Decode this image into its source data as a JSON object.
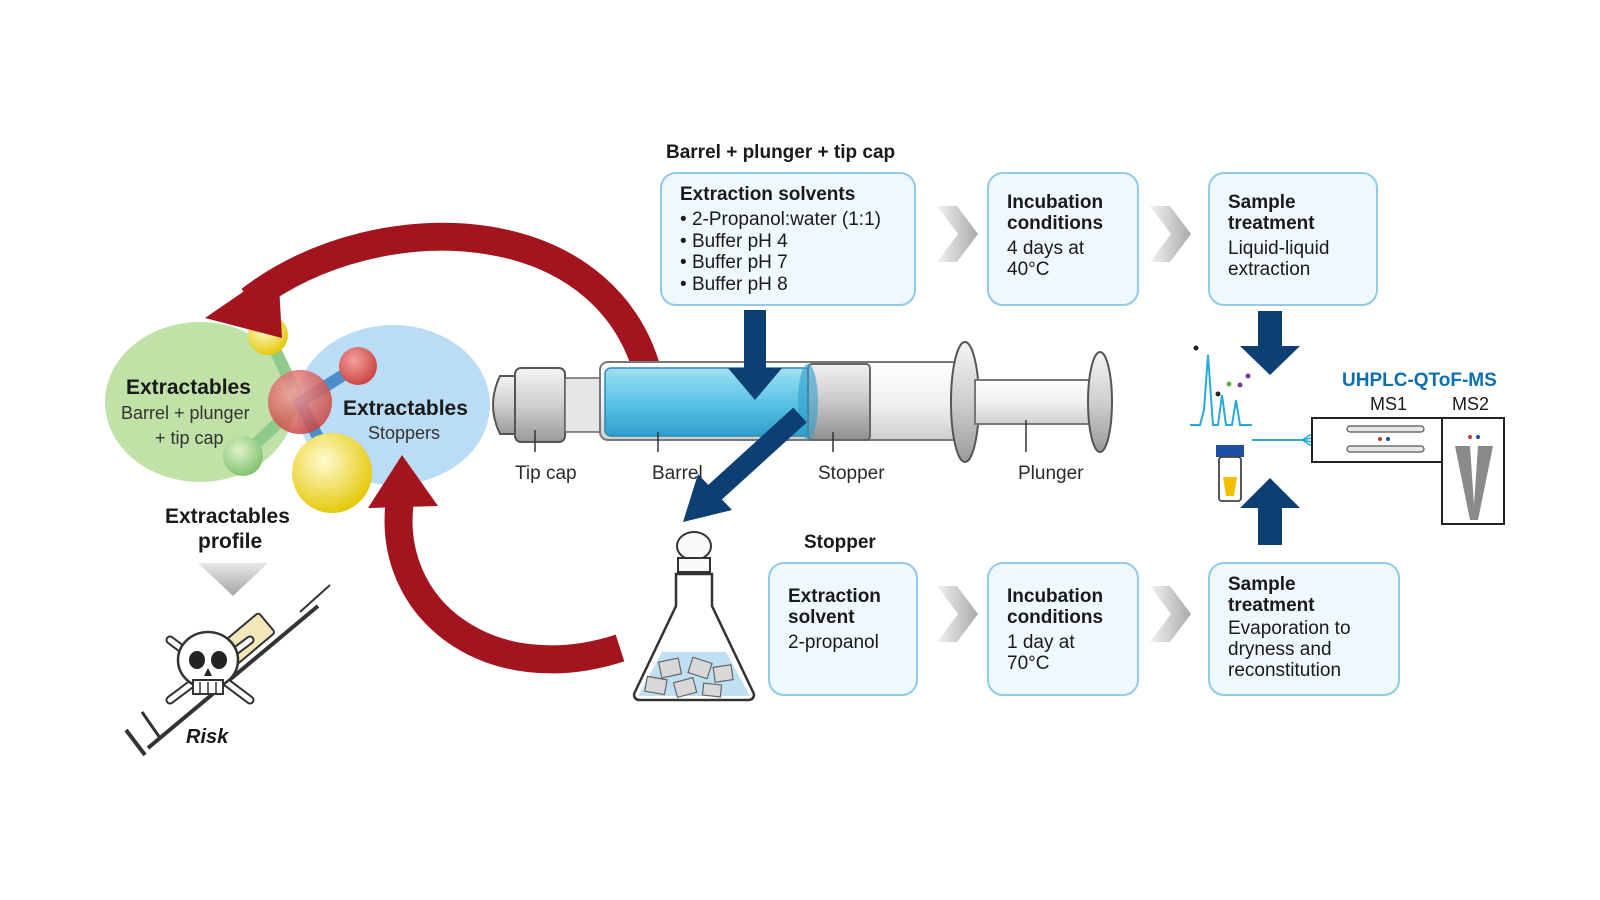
{
  "barrel_route": {
    "header": "Barrel + plunger + tip cap",
    "extraction": {
      "title": "Extraction solvents",
      "items": [
        "2-Propanol:water (1:1)",
        "Buffer pH 4",
        "Buffer pH 7",
        "Buffer pH 8"
      ]
    },
    "incubation": {
      "title": "Incubation conditions",
      "text": "4 days at 40°C"
    },
    "treatment": {
      "title": "Sample treatment",
      "text": "Liquid-liquid extraction"
    }
  },
  "stopper_route": {
    "header": "Stopper",
    "extraction": {
      "title": "Extraction solvent",
      "text": "2-propanol"
    },
    "incubation": {
      "title": "Incubation conditions",
      "text": "1 day at 70°C"
    },
    "treatment": {
      "title": "Sample treatment",
      "text": "Evaporation to dryness and reconstitution"
    }
  },
  "syringe_parts": {
    "tip_cap": "Tip cap",
    "barrel": "Barrel",
    "stopper": "Stopper",
    "plunger": "Plunger"
  },
  "extractables": {
    "left_title": "Extractables",
    "left_sub_1": "Barrel + plunger",
    "left_sub_2": "+ tip cap",
    "right_title": "Extractables",
    "right_sub": "Stoppers",
    "profile_1": "Extractables",
    "profile_2": "profile",
    "risk": "Risk"
  },
  "instrument": {
    "name": "UHPLC-QToF-MS",
    "ms1": "MS1",
    "ms2": "MS2"
  },
  "colors": {
    "accent_blue": "#0b6fb0",
    "dark_arrow": "#0d3f73",
    "red_arrow": "#a3141f",
    "box_border": "#8fcbe6",
    "box_fill": "#eef8fd",
    "green_ellipse": "#b5dd98",
    "blue_ellipse": "#a9d3f2"
  }
}
